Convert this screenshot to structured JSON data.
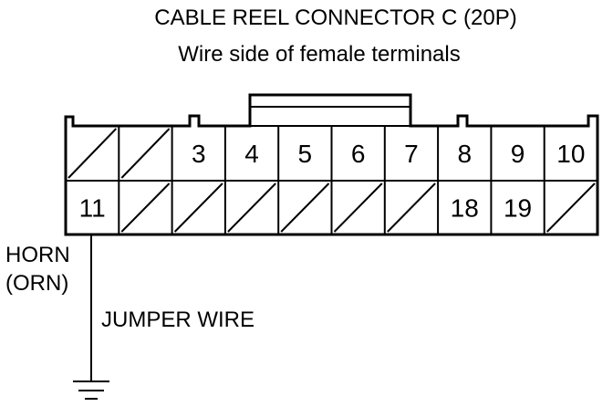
{
  "title": "CABLE REEL CONNECTOR C (20P)",
  "subtitle": "Wire side of female terminals",
  "top_row": [
    {
      "pin": "",
      "empty": true
    },
    {
      "pin": "",
      "empty": true
    },
    {
      "pin": "3",
      "empty": false
    },
    {
      "pin": "4",
      "empty": false
    },
    {
      "pin": "5",
      "empty": false
    },
    {
      "pin": "6",
      "empty": false
    },
    {
      "pin": "7",
      "empty": false
    },
    {
      "pin": "8",
      "empty": false
    },
    {
      "pin": "9",
      "empty": false
    },
    {
      "pin": "10",
      "empty": false
    }
  ],
  "bottom_row": [
    {
      "pin": "11",
      "empty": false
    },
    {
      "pin": "",
      "empty": true
    },
    {
      "pin": "",
      "empty": true
    },
    {
      "pin": "",
      "empty": true
    },
    {
      "pin": "",
      "empty": true
    },
    {
      "pin": "",
      "empty": true
    },
    {
      "pin": "",
      "empty": true
    },
    {
      "pin": "18",
      "empty": false
    },
    {
      "pin": "19",
      "empty": false
    },
    {
      "pin": "",
      "empty": true
    }
  ],
  "wire_label_line1": "HORN",
  "wire_label_line2": "(ORN)",
  "jumper_label": "JUMPER WIRE",
  "ground_symbol": "ground-icon"
}
